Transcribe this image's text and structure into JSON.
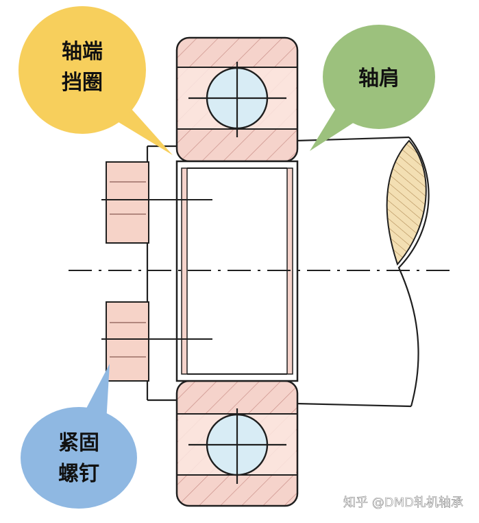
{
  "callouts": [
    {
      "id": "end-retainer",
      "lines": [
        "轴端",
        "挡圈"
      ],
      "color": "#f7cf5c"
    },
    {
      "id": "shoulder",
      "lines": [
        "轴肩"
      ],
      "color": "#9cc17d"
    },
    {
      "id": "set-screw",
      "lines": [
        "紧固",
        "螺钉"
      ],
      "color": "#8fb8e2"
    }
  ],
  "watermark": "知乎 @DMD轧机轴承",
  "colors": {
    "bearing_fill": "#f5d3cb",
    "ball_fill": "#d8ecf5",
    "screw_fill": "#f6d3c8",
    "wood_fill": "#f3dfb3",
    "outline": "#1f1f1f",
    "text": "#111111"
  }
}
